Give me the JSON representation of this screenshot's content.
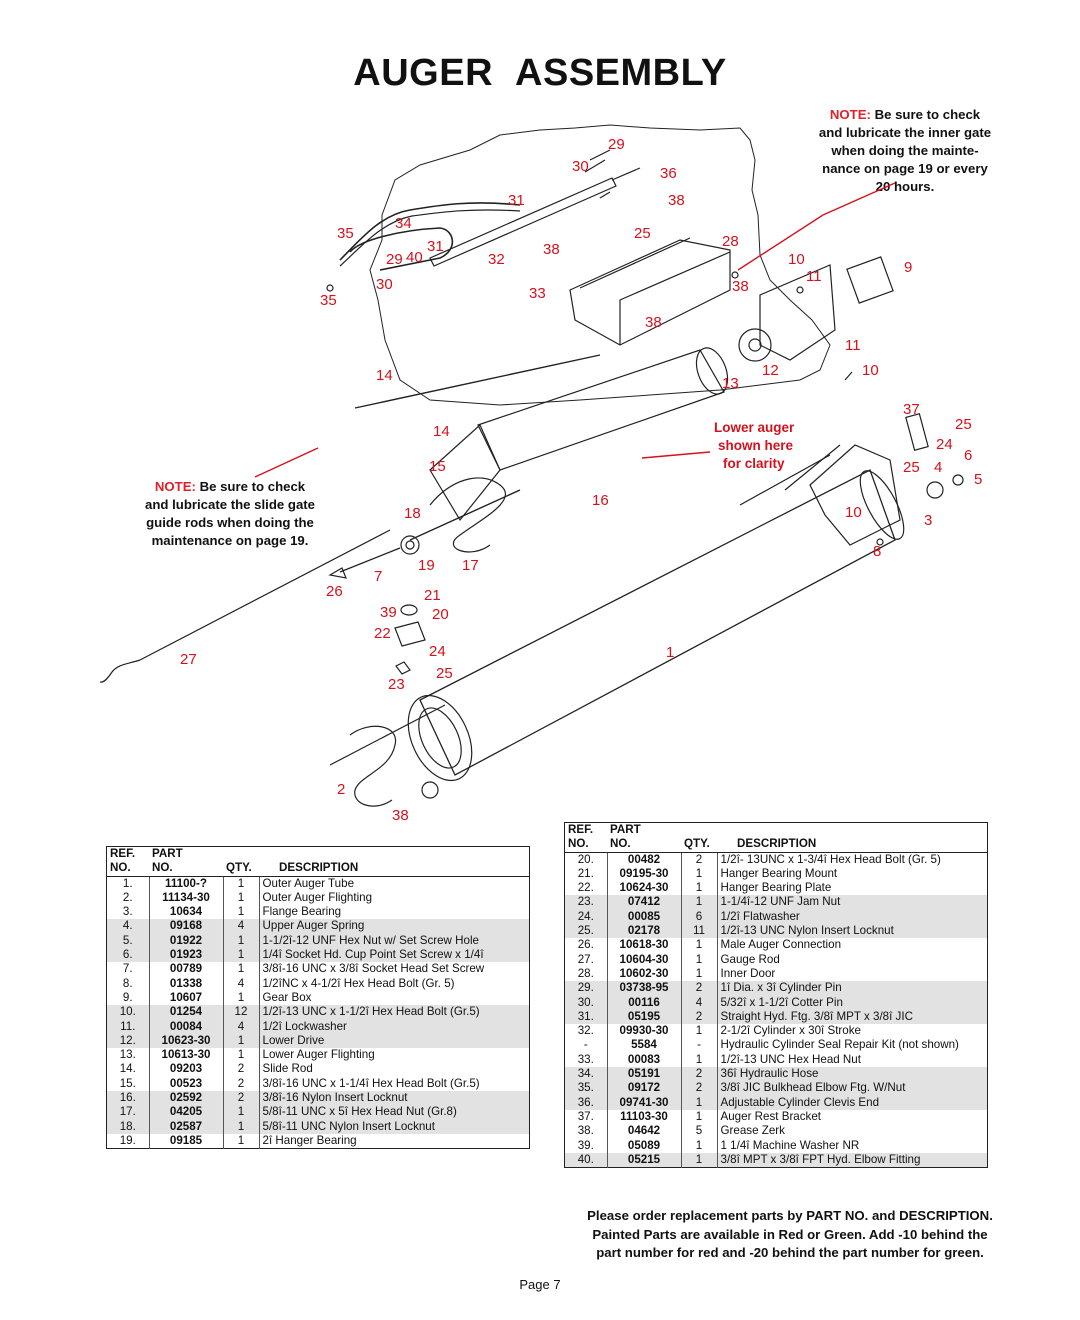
{
  "title": {
    "word1": "AUGER",
    "word2": "ASSEMBLY"
  },
  "note_top": {
    "label": "NOTE:",
    "line1": "Be sure to check",
    "line2": "and lubricate the inner gate",
    "line3": "when doing the mainte-",
    "line4": "nance on page 19 or every",
    "line5": "20 hours."
  },
  "note_left": {
    "label": "NOTE:",
    "line1": "Be sure to check",
    "line2": "and lubricate the slide gate",
    "line3": "guide rods when doing the",
    "line4": "maintenance on page 19."
  },
  "clarity_note": {
    "line1": "Lower auger",
    "line2": "shown here",
    "line3": "for clarity"
  },
  "callouts": [
    "29",
    "30",
    "36",
    "31",
    "38",
    "35",
    "34",
    "40",
    "31",
    "29",
    "32",
    "38",
    "25",
    "28",
    "10",
    "9",
    "11",
    "30",
    "33",
    "38",
    "35",
    "38",
    "11",
    "14",
    "13",
    "12",
    "10",
    "37",
    "25",
    "14",
    "24",
    "6",
    "15",
    "25",
    "4",
    "5",
    "16",
    "18",
    "10",
    "3",
    "19",
    "17",
    "7",
    "8",
    "26",
    "21",
    "39",
    "20",
    "22",
    "24",
    "27",
    "1",
    "25",
    "23",
    "2",
    "38"
  ],
  "table_headers": {
    "ref1": "REF.",
    "ref2": "NO.",
    "part1": "PART",
    "part2": "NO.",
    "qty": "QTY.",
    "desc": "DESCRIPTION"
  },
  "parts_left": [
    {
      "ref": "1.",
      "part": "11100-?",
      "qty": "1",
      "desc": "Outer Auger Tube"
    },
    {
      "ref": "2.",
      "part": "11134-30",
      "qty": "1",
      "desc": "Outer Auger Flighting"
    },
    {
      "ref": "3.",
      "part": "10634",
      "qty": "1",
      "desc": "Flange Bearing"
    },
    {
      "ref": "4.",
      "part": "09168",
      "qty": "4",
      "desc": "Upper Auger Spring"
    },
    {
      "ref": "5.",
      "part": "01922",
      "qty": "1",
      "desc": "1-1/2î-12 UNF Hex Nut w/ Set Screw Hole"
    },
    {
      "ref": "6.",
      "part": "01923",
      "qty": "1",
      "desc": "1/4î Socket Hd. Cup Point Set Screw x 1/4î"
    },
    {
      "ref": "7.",
      "part": "00789",
      "qty": "1",
      "desc": "3/8î-16 UNC x 3/8î Socket Head Set Screw"
    },
    {
      "ref": "8.",
      "part": "01338",
      "qty": "4",
      "desc": "1/2îNC x 4-1/2î Hex Head Bolt (Gr. 5)"
    },
    {
      "ref": "9.",
      "part": "10607",
      "qty": "1",
      "desc": "Gear Box"
    },
    {
      "ref": "10.",
      "part": "01254",
      "qty": "12",
      "desc": "1/2î-13 UNC x 1-1/2î Hex Head Bolt (Gr.5)"
    },
    {
      "ref": "11.",
      "part": "00084",
      "qty": "4",
      "desc": "1/2î  Lockwasher"
    },
    {
      "ref": "12.",
      "part": "10623-30",
      "qty": "1",
      "desc": "Lower  Drive"
    },
    {
      "ref": "13.",
      "part": "10613-30",
      "qty": "1",
      "desc": "Lower Auger Flighting"
    },
    {
      "ref": "14.",
      "part": "09203",
      "qty": "2",
      "desc": "Slide Rod"
    },
    {
      "ref": "15.",
      "part": "00523",
      "qty": "2",
      "desc": "3/8î-16 UNC x 1-1/4î Hex Head Bolt (Gr.5)"
    },
    {
      "ref": "16.",
      "part": "02592",
      "qty": "2",
      "desc": "3/8î-16 Nylon Insert Locknut"
    },
    {
      "ref": "17.",
      "part": "04205",
      "qty": "1",
      "desc": "5/8î-11 UNC x 5î Hex Head Nut (Gr.8)"
    },
    {
      "ref": "18.",
      "part": "02587",
      "qty": "1",
      "desc": "5/8î-11 UNC Nylon Insert Locknut"
    },
    {
      "ref": "19.",
      "part": "09185",
      "qty": "1",
      "desc": "2î Hanger Bearing"
    }
  ],
  "parts_right": [
    {
      "ref": "20.",
      "part": "00482",
      "qty": "2",
      "desc": "1/2î- 13UNC x 1-3/4î Hex Head Bolt (Gr. 5)"
    },
    {
      "ref": "21.",
      "part": "09195-30",
      "qty": "1",
      "desc": "Hanger Bearing Mount"
    },
    {
      "ref": "22.",
      "part": "10624-30",
      "qty": "1",
      "desc": "Hanger Bearing Plate"
    },
    {
      "ref": "23.",
      "part": "07412",
      "qty": "1",
      "desc": "1-1/4î-12 UNF Jam Nut"
    },
    {
      "ref": "24.",
      "part": "00085",
      "qty": "6",
      "desc": "1/2î Flatwasher"
    },
    {
      "ref": "25.",
      "part": "02178",
      "qty": "11",
      "desc": "1/2î-13 UNC Nylon Insert Locknut"
    },
    {
      "ref": "26.",
      "part": "10618-30",
      "qty": "1",
      "desc": "Male Auger Connection"
    },
    {
      "ref": "27.",
      "part": "10604-30",
      "qty": "1",
      "desc": "Gauge Rod"
    },
    {
      "ref": "28.",
      "part": "10602-30",
      "qty": "1",
      "desc": "Inner Door"
    },
    {
      "ref": "29.",
      "part": "03738-95",
      "qty": "2",
      "desc": "1î Dia. x 3î Cylinder Pin"
    },
    {
      "ref": "30.",
      "part": "00116",
      "qty": "4",
      "desc": "5/32î x 1-1/2î Cotter Pin"
    },
    {
      "ref": "31.",
      "part": "05195",
      "qty": "2",
      "desc": "Straight Hyd. Ftg. 3/8î MPT x 3/8î JIC"
    },
    {
      "ref": "32.",
      "part": "09930-30",
      "qty": "1",
      "desc": "2-1/2î Cylinder x 30î Stroke"
    },
    {
      "ref": "-",
      "part": "5584",
      "qty": "-",
      "desc": "Hydraulic Cylinder Seal Repair Kit (not shown)"
    },
    {
      "ref": "33.",
      "part": "00083",
      "qty": "1",
      "desc": "1/2î-13 UNC Hex Head Nut"
    },
    {
      "ref": "34.",
      "part": "05191",
      "qty": "2",
      "desc": "36î Hydraulic Hose"
    },
    {
      "ref": "35.",
      "part": "09172",
      "qty": "2",
      "desc": "3/8î JIC Bulkhead Elbow Ftg. W/Nut"
    },
    {
      "ref": "36.",
      "part": "09741-30",
      "qty": "1",
      "desc": "Adjustable Cylinder Clevis End"
    },
    {
      "ref": "37.",
      "part": "11103-30",
      "qty": "1",
      "desc": "Auger Rest Bracket"
    },
    {
      "ref": "38.",
      "part": "04642",
      "qty": "5",
      "desc": "Grease  Zerk"
    },
    {
      "ref": "39.",
      "part": "05089",
      "qty": "1",
      "desc": "1 1/4î Machine Washer NR"
    },
    {
      "ref": "40.",
      "part": "05215",
      "qty": "1",
      "desc": "3/8î MPT x 3/8î FPT Hyd. Elbow Fitting"
    }
  ],
  "footnote": {
    "line1": "Please order replacement parts by PART NO. and DESCRIPTION.",
    "line2": "Painted Parts are available in Red or Green.  Add -10 behind the",
    "line3": "part number for red and -20 behind the part number for green."
  },
  "page": "Page 7"
}
